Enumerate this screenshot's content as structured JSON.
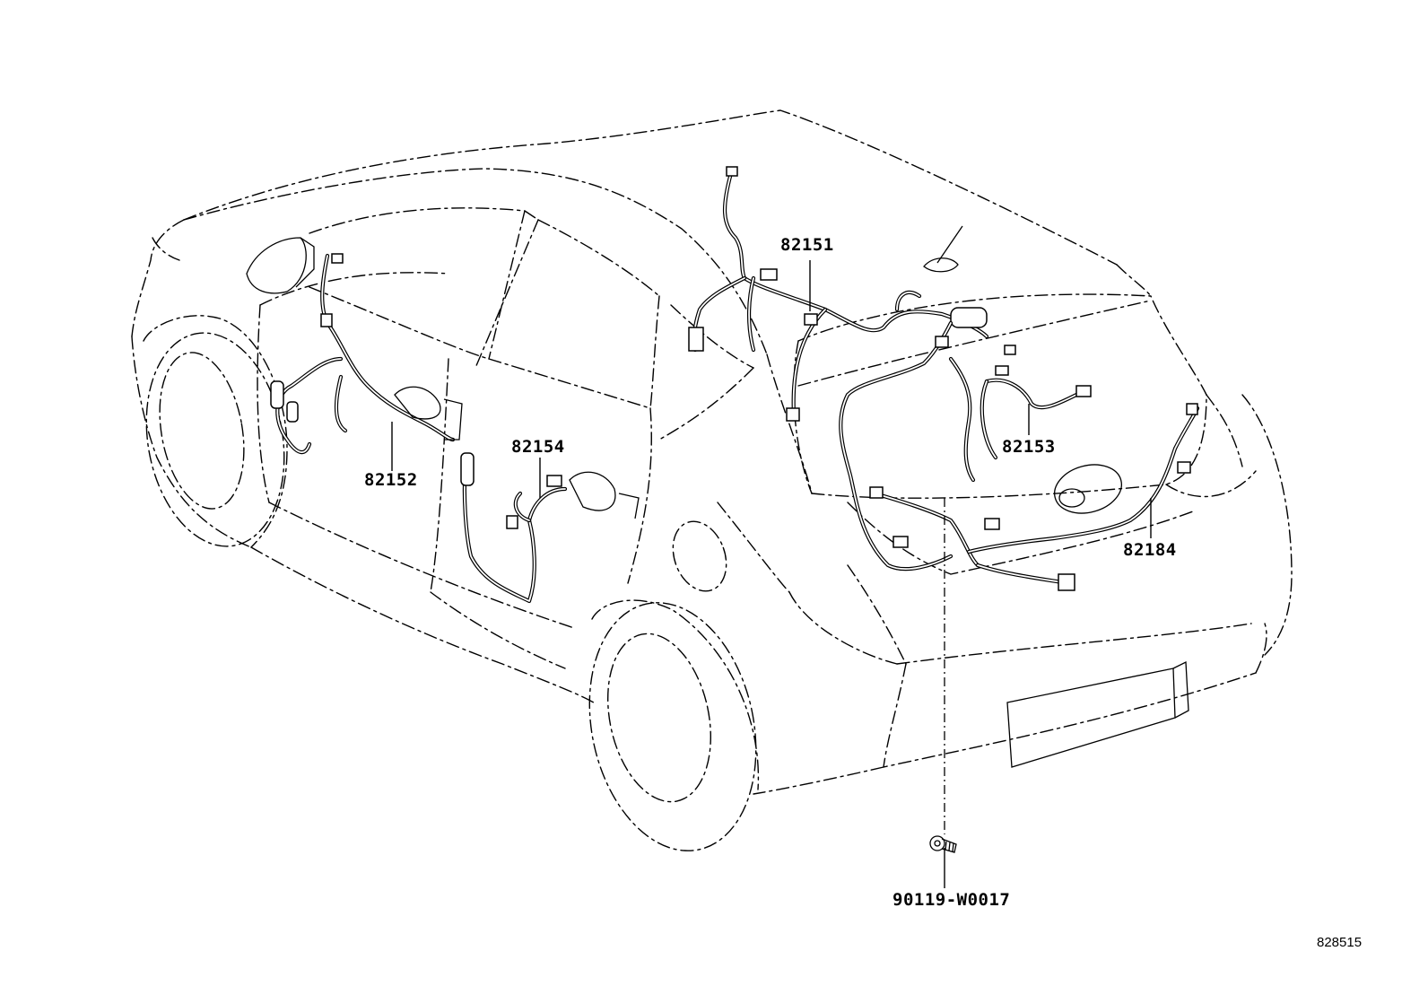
{
  "parts": {
    "p82151": "82151",
    "p82152": "82152",
    "p82153": "82153",
    "p82154": "82154",
    "p82184": "82184",
    "p90119": "90119-W0017"
  },
  "reference_code": "828515"
}
